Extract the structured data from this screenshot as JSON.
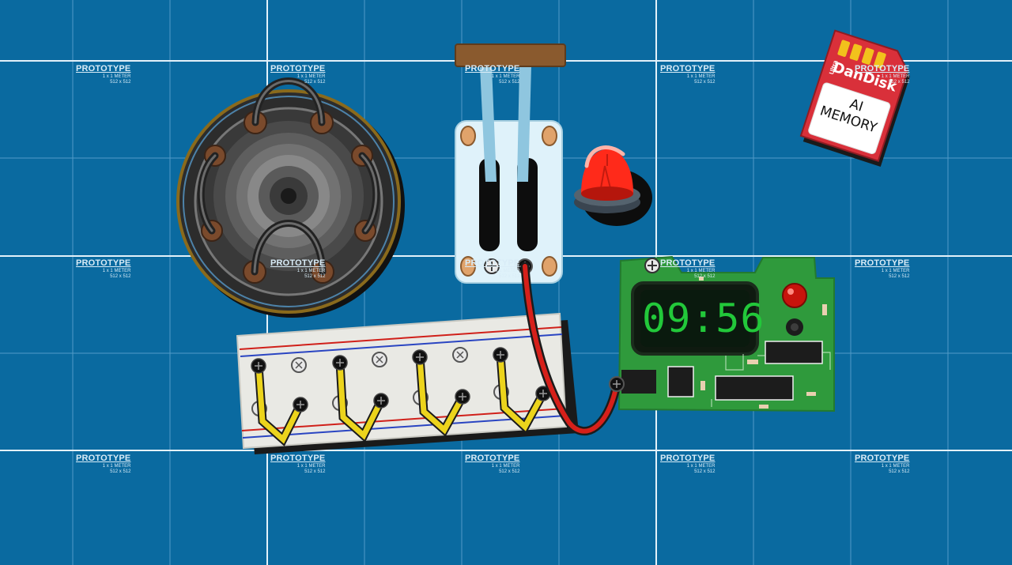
{
  "scene": {
    "background_color": "#0a6aa0",
    "grid_line_color": "#cfe6f4"
  },
  "grid_label": {
    "title": "PROTOTYPE",
    "size_line": "1 x 1 METER",
    "res_line": "512 x 512"
  },
  "timer": {
    "display": "09:56",
    "digit_color": "#22c83a"
  },
  "sd_card": {
    "brand": "DanDisk",
    "subbrand": "Ultra",
    "label": "AI MEMORY",
    "label_line1": "AI",
    "label_line2": "MEMORY"
  },
  "components": {
    "motor": "motor-icon",
    "dual_switch": "lever-switch-icon",
    "siren": "alarm-beacon-icon",
    "breadboard": "breadboard-icon",
    "timer_board": "timer-board-icon",
    "memory_card": "sd-card-icon"
  },
  "colors": {
    "jumper_wire": "#e9d21a",
    "power_wire": "#d0201a",
    "beacon": "#ff2a1a",
    "pcb": "#2f9a3c"
  }
}
